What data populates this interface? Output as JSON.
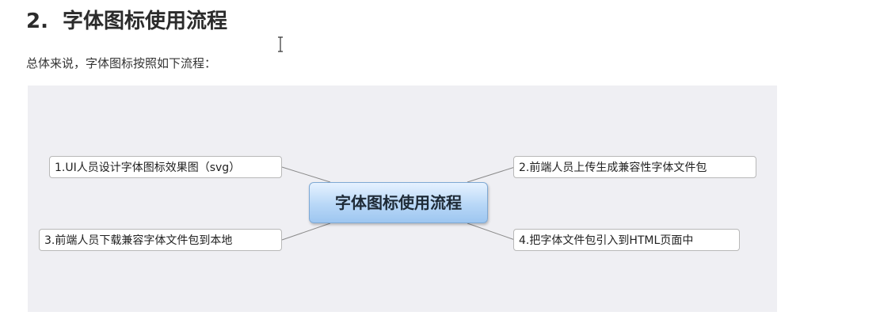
{
  "section": {
    "number": "2.",
    "title": "字体图标使用流程"
  },
  "intro": "总体来说，字体图标按照如下流程：",
  "mindmap": {
    "center": "字体图标使用流程",
    "nodes": [
      "1.UI人员设计字体图标效果图（svg）",
      "2.前端人员上传生成兼容性字体文件包",
      "3.前端人员下载兼容字体文件包到本地",
      "4.把字体文件包引入到HTML页面中"
    ]
  },
  "colors": {
    "figure_background": "#efeff3",
    "center_fill": "#b8d7f7",
    "center_border": "#7fa9d4",
    "connector": "#8a8a8a"
  }
}
